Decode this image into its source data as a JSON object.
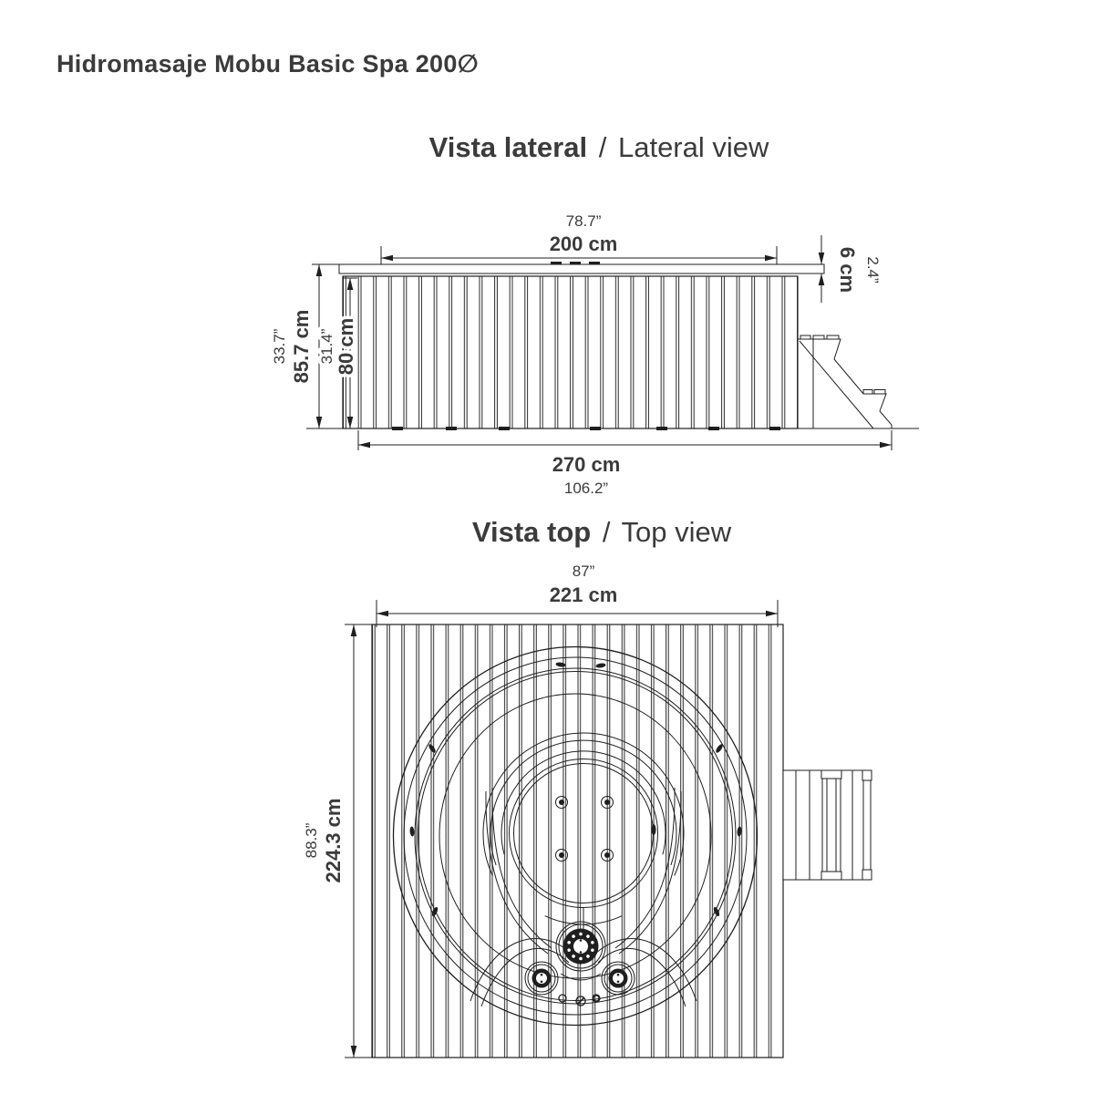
{
  "title": "Hidromasaje Mobu Basic Spa 200∅",
  "colors": {
    "background": "#ffffff",
    "line": "#1f1f1f",
    "text": "#3b3b3b"
  },
  "lateral_view": {
    "heading": {
      "primary": "Vista lateral",
      "separator": "/",
      "secondary": "Lateral view"
    },
    "dims": {
      "top_width_in": "78.7”",
      "top_width_cm": "200 cm",
      "lid_cm": "6 cm",
      "lid_in": "2.4”",
      "outer_height_in": "33.7”",
      "outer_height_cm": "85.7 cm",
      "inner_height_in": "31.4”",
      "inner_height_cm": "80 cm",
      "length_cm": "270 cm",
      "length_in": "106.2”"
    }
  },
  "top_view": {
    "heading": {
      "primary": "Vista top",
      "separator": "/",
      "secondary": "Top view"
    },
    "dims": {
      "width_in": "87”",
      "width_cm": "221 cm",
      "depth_in": "88.3”",
      "depth_cm": "224.3 cm"
    }
  }
}
